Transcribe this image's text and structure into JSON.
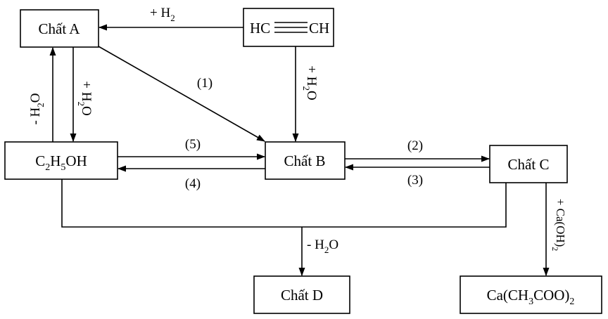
{
  "nodes": {
    "chat_a": "Chất A",
    "acetylene_left": "HC",
    "acetylene_right": "CH",
    "ethanol": {
      "c": "C",
      "c_n": "2",
      "h": "H",
      "h_n": "5",
      "oh": "OH"
    },
    "chat_b": "Chất B",
    "chat_c": "Chất C",
    "chat_d": "Chất D",
    "calcium_acetate": {
      "pre": "Ca(CH",
      "n1": "3",
      "mid": "COO)",
      "n2": "2"
    }
  },
  "reactions": {
    "plus_h2": {
      "text": "+ H",
      "sub": "2"
    },
    "minus_h2o": {
      "text": "- H",
      "sub": "2",
      "tail": "O"
    },
    "plus_h2o_down": {
      "text": "+ H",
      "sub": "2",
      "tail": "O"
    },
    "plus_h2o_acetylene": {
      "text": "+ H",
      "sub": "2",
      "tail": "O"
    },
    "step_1": "(1)",
    "step_2": "(2)",
    "step_3": "(3)",
    "step_4": "(4)",
    "step_5": "(5)",
    "minus_h2o_esterification": {
      "text": "- H",
      "sub": "2",
      "tail": "O"
    },
    "plus_caoh2": {
      "text": "+ Ca(OH)",
      "sub": "2"
    }
  }
}
